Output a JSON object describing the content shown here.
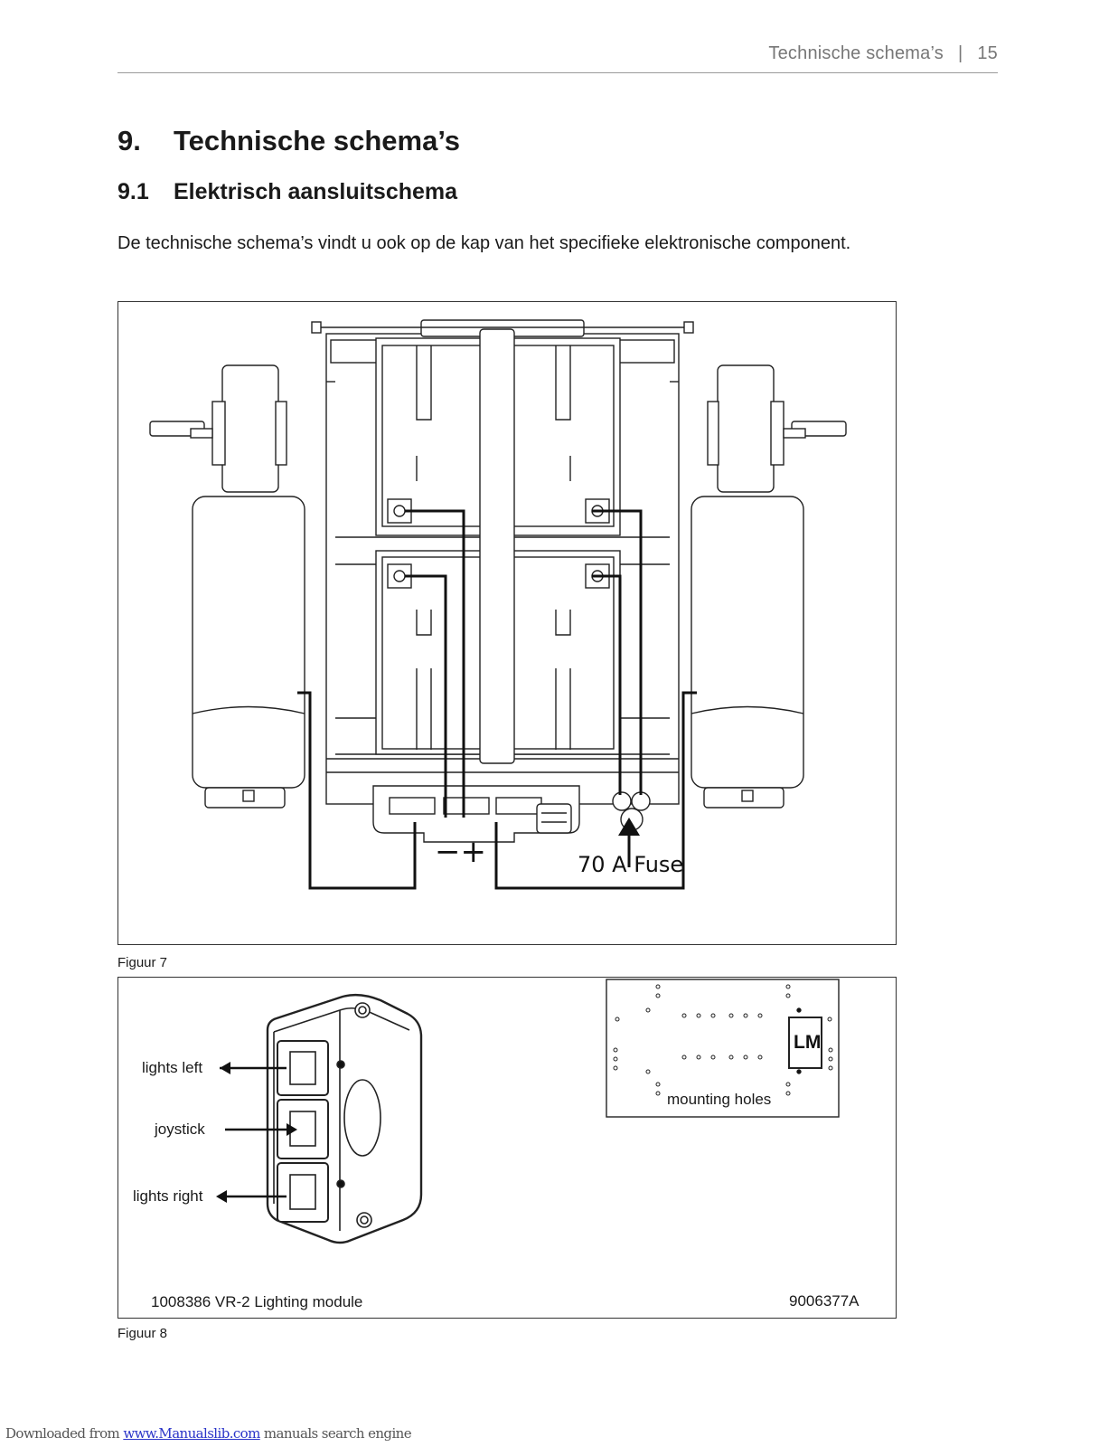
{
  "header": {
    "running_title": "Technische schema’s",
    "separator": "|",
    "page_number": "15"
  },
  "chapter": {
    "number": "9.",
    "title": "Technische schema’s"
  },
  "section": {
    "number": "9.1",
    "title": "Elektrisch aansluitschema"
  },
  "intro_text": "De technische schema’s vindt u ook op de kap van het specifieke elektronische component.",
  "figure7": {
    "caption": "Figuur 7",
    "fuse_label": "70 A Fuse",
    "polarity_label": "−+"
  },
  "figure8": {
    "caption": "Figuur 8",
    "port_labels": {
      "lights_left": "lights left",
      "joystick": "joystick",
      "lights_right": "lights right"
    },
    "lm_label": "LM",
    "mounting_holes_label": "mounting holes",
    "part_description": "1008386 VR-2 Lighting module",
    "drawing_number": "9006377A"
  },
  "footer": {
    "prefix": "Downloaded from ",
    "link_text": "www.Manualslib.com",
    "suffix": " manuals search engine"
  }
}
